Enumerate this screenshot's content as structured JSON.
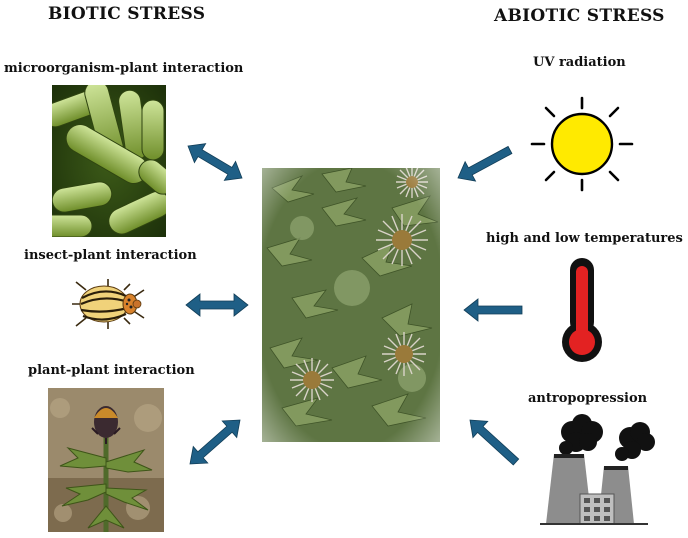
{
  "biotic": {
    "heading": "BIOTIC STRESS",
    "items": [
      {
        "label": "microorganism-plant interaction"
      },
      {
        "label": "insect-plant interaction"
      },
      {
        "label": "plant-plant interaction"
      }
    ]
  },
  "abiotic": {
    "heading": "ABIOTIC STRESS",
    "items": [
      {
        "label": "UV radiation"
      },
      {
        "label": "high and low temperatures"
      },
      {
        "label": "antropopression"
      }
    ]
  },
  "colors": {
    "arrow": "#1f5f86",
    "sun_fill": "#ffea00",
    "thermometer_fill": "#e32222",
    "smoke": "#111111",
    "stack": "#8d8d8d"
  }
}
